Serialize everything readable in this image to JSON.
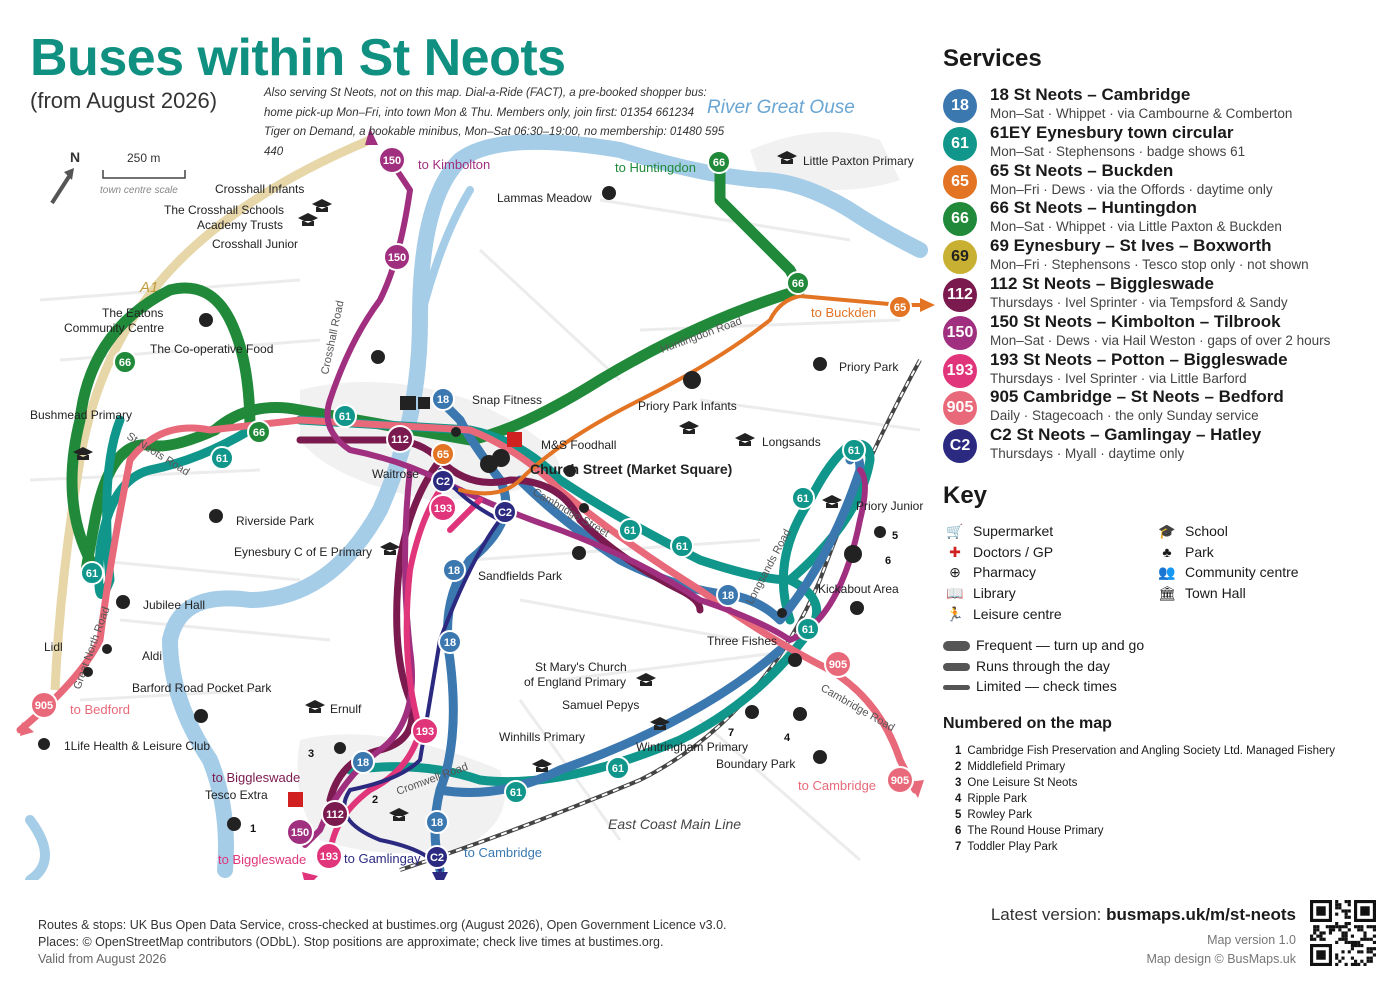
{
  "header": {
    "title": "Buses within St Neots",
    "subtitle": "(from August 2026)",
    "notes": [
      "Also serving St Neots, not on this map. Dial-a-Ride (FACT), a pre-booked shopper bus:",
      "home pick-up Mon–Fri, into town Mon & Thu. Members only, join first: 01354 661234",
      "Tiger on Demand, a bookable minibus, Mon–Sat 06:30–19:00, no membership: 01480 595 440"
    ]
  },
  "scale": {
    "north": "N",
    "distance": "250 m",
    "caption": "town centre scale"
  },
  "services_heading": "Services",
  "services": [
    {
      "badge": "18",
      "color": "#3b78b0",
      "name": "18 St Neots – Cambridge",
      "desc": "Mon–Sat · Whippet · via Cambourne & Comberton"
    },
    {
      "badge": "61",
      "color": "#10968a",
      "name": "61EY Eynesbury town circular",
      "desc": "Mon–Sat · Stephensons · badge shows 61"
    },
    {
      "badge": "65",
      "color": "#e27424",
      "name": "65 St Neots – Buckden",
      "desc": "Mon–Fri · Dews · via the Offords · daytime only"
    },
    {
      "badge": "66",
      "color": "#208a3a",
      "name": "66 St Neots – Huntingdon",
      "desc": "Mon–Sat · Whippet · via Little Paxton & Buckden"
    },
    {
      "badge": "69",
      "color": "#c8b033",
      "name": "69 Eynesbury – St Ives – Boxworth",
      "desc": "Mon–Fri · Stephensons · Tesco stop only · not shown",
      "dark_text": true
    },
    {
      "badge": "112",
      "color": "#7a1a4e",
      "name": "112 St Neots – Biggleswade",
      "desc": "Thursdays · Ivel Sprinter · via Tempsford & Sandy"
    },
    {
      "badge": "150",
      "color": "#a0307f",
      "name": "150 St Neots – Kimbolton – Tilbrook",
      "desc": "Mon–Sat · Dews · via Hail Weston · gaps of over 2 hours"
    },
    {
      "badge": "193",
      "color": "#e0357a",
      "name": "193 St Neots – Potton – Biggleswade",
      "desc": "Thursdays · Ivel Sprinter · via Little Barford"
    },
    {
      "badge": "905",
      "color": "#e86a7a",
      "name": "905 Cambridge – St Neots – Bedford",
      "desc": "Daily · Stagecoach · the only Sunday service"
    },
    {
      "badge": "C2",
      "color": "#2b2a80",
      "name": "C2 St Neots – Gamlingay – Hatley",
      "desc": "Thursdays · Myall · daytime only"
    }
  ],
  "key_heading": "Key",
  "key": [
    {
      "icon": "supermarket-icon",
      "glyph": "🛒",
      "label": "Supermarket"
    },
    {
      "icon": "doctors-icon",
      "glyph": "✚",
      "label": "Doctors / GP"
    },
    {
      "icon": "pharmacy-icon",
      "glyph": "⊕",
      "label": "Pharmacy"
    },
    {
      "icon": "library-icon",
      "glyph": "📖",
      "label": "Library"
    },
    {
      "icon": "leisure-icon",
      "glyph": "🏃",
      "label": "Leisure centre"
    },
    {
      "icon": "school-icon",
      "glyph": "🎓",
      "label": "School"
    },
    {
      "icon": "park-icon",
      "glyph": "♣",
      "label": "Park"
    },
    {
      "icon": "community-icon",
      "glyph": "👥",
      "label": "Community centre"
    },
    {
      "icon": "townhall-icon",
      "glyph": "🏛",
      "label": "Town Hall"
    }
  ],
  "frequency": [
    {
      "label": "Frequent — turn up and go"
    },
    {
      "label": "Runs through the day"
    },
    {
      "label": "Limited — check times"
    }
  ],
  "numbered_heading": "Numbered on the map",
  "numbered": [
    {
      "n": "1",
      "label": "Cambridge Fish Preservation and Angling Society Ltd. Managed Fishery"
    },
    {
      "n": "2",
      "label": "Middlefield Primary"
    },
    {
      "n": "3",
      "label": "One Leisure St Neots"
    },
    {
      "n": "4",
      "label": "Ripple Park"
    },
    {
      "n": "5",
      "label": "Rowley Park"
    },
    {
      "n": "6",
      "label": "The Round House Primary"
    },
    {
      "n": "7",
      "label": "Toddler Play Park"
    }
  ],
  "map": {
    "river": "River Great Ouse",
    "railway": "East Coast Main Line",
    "road_a1": "A1",
    "streets": [
      "Crosshall Road",
      "St Neots Road",
      "Great North Road",
      "Huntingdon Road",
      "Cambridge Street",
      "Longsands Road",
      "Cromwell Road",
      "Cambridge Road"
    ],
    "places": [
      "Crosshall Infants",
      "The Crosshall Schools",
      "Academy Trusts",
      "Crosshall Junior",
      "The Eatons",
      "Community Centre",
      "The Co-operative Food",
      "Bushmead Primary",
      "Lammas Meadow",
      "Little Paxton Primary",
      "Snap Fitness",
      "M&S Foodhall",
      "Waitrose",
      "Church Street (Market Square)",
      "Priory Park Infants",
      "Longsands",
      "Priory Park",
      "Priory Junior",
      "Riverside Park",
      "Eynesbury C of E Primary",
      "Sandfields Park",
      "Jubilee Hall",
      "Lidl",
      "Aldi",
      "Barford Road Pocket Park",
      "Ernulf",
      "1Life Health & Leisure Club",
      "St Mary's Church",
      "of England Primary",
      "Samuel Pepys",
      "Winhills Primary",
      "Wintringham Primary",
      "Three Fishes",
      "Kickabout Area",
      "Boundary Park",
      "Tesco Extra"
    ],
    "destinations": [
      "to Kimbolton",
      "to Huntingdon",
      "to Buckden",
      "to Bedford",
      "to Biggleswade",
      "to Biggleswade",
      "to Gamlingay",
      "to Cambridge",
      "to Cambridge"
    ],
    "map_numbers": [
      "1",
      "2",
      "3",
      "4",
      "5",
      "6",
      "7"
    ]
  },
  "footer": {
    "line1": "Routes & stops: UK Bus Open Data Service, cross-checked at bustimes.org (August 2026), Open Government Licence v3.0.",
    "line2": "Places: © OpenStreetMap contributors (ODbL). Stop positions are approximate; check live times at bustimes.org.",
    "line3": "Valid from August 2026",
    "latest_label": "Latest version:",
    "latest_url": "busmaps.uk/m/st-neots",
    "version": "Map version 1.0",
    "design": "Map design © BusMaps.uk"
  }
}
